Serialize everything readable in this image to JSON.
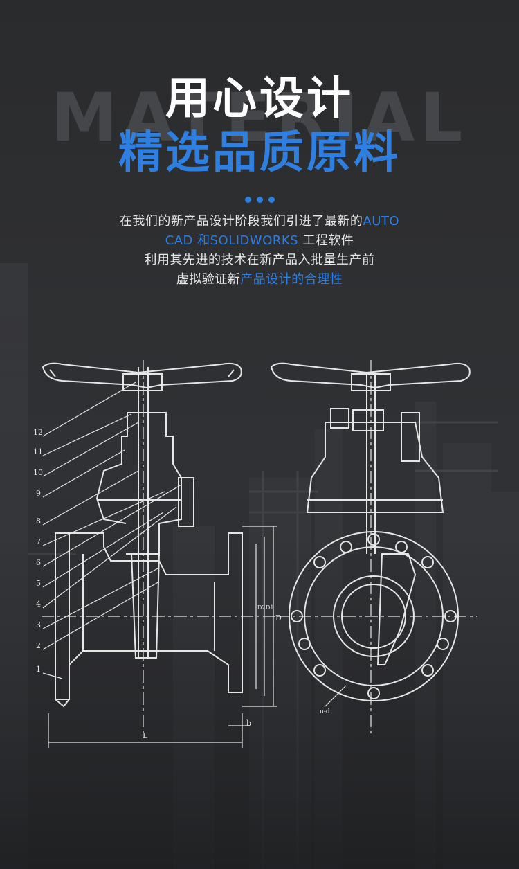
{
  "watermark": "MATERIAL",
  "title_line1": "用心设计",
  "title_line2": "精选品质原料",
  "desc": {
    "line1_a": "在我们的新产品设计阶段我们引进了最新的",
    "line1_b": "AUTO",
    "line2_a": "CAD 和SOLIDWORKS",
    "line2_b": " 工程软件",
    "line3": "利用其先进的技术在新产品入批量生产前",
    "line4_a": "虚拟验证新",
    "line4_b": "产品设计的合理性"
  },
  "drawing": {
    "part_numbers": [
      "12",
      "11",
      "10",
      "9",
      "8",
      "7",
      "6",
      "5",
      "4",
      "3",
      "2",
      "1"
    ],
    "dim_L": "L",
    "dim_b": "b",
    "dim_D": "D",
    "dim_D1": "D1",
    "dim_D2": "D2",
    "dim_holes": "n-d"
  },
  "colors": {
    "accent": "#2f7fe0",
    "line": "#e6e6e6",
    "bg": "#2b2c2e"
  }
}
